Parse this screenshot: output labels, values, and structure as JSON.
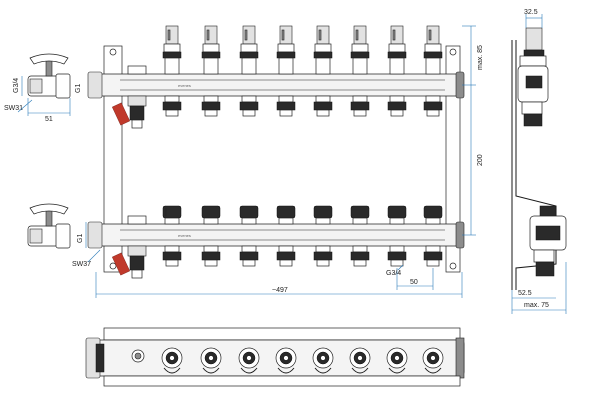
{
  "dimensions": {
    "left_valve_thread": "G3/4",
    "left_valve_inlet": "G1",
    "left_valve_length": "51",
    "left_valve_wrench_top": "SW31",
    "inlet_thread_lower": "G1",
    "wrench_size_lower": "SW37",
    "overall_length": "~497",
    "circuit_thread": "G3/4",
    "circuit_spacing": "50",
    "max_height_top": "max. 85",
    "rail_distance": "200",
    "side_top_width": "32.5",
    "side_bottom_width": "52.5",
    "side_max_depth": "max. 75"
  },
  "logo_text": "evenes",
  "colors": {
    "line": "#1a1a1a",
    "dimension": "#2b7bb9",
    "valve_handle": "#c0392b"
  }
}
